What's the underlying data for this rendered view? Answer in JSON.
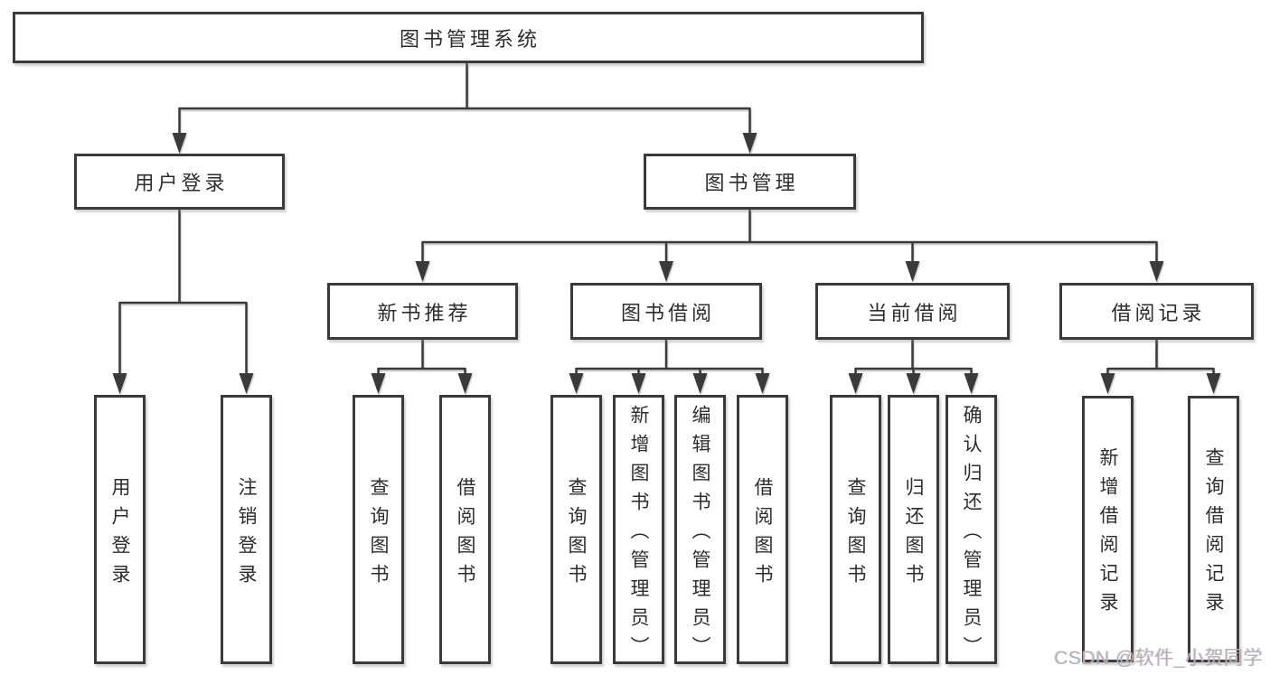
{
  "diagram": {
    "type": "hierarchy-tree",
    "title": "图书管理系统",
    "nodes": {
      "root": "图书管理系统",
      "user_login": "用户登录",
      "book_mgmt": "图书管理",
      "new_book_rec": "新书推荐",
      "book_borrow": "图书借阅",
      "current_borrow": "当前借阅",
      "borrow_records": "借阅记录",
      "login_leaf": "用户登录",
      "logout_leaf": "注销登录",
      "rec_query": "查询图书",
      "rec_borrow": "借阅图书",
      "bb_query": "查询图书",
      "bb_add": "新增图书（管理员）",
      "bb_edit": "编辑图书（管理员）",
      "bb_borrow": "借阅图书",
      "cb_query": "查询图书",
      "cb_return": "归还图书",
      "cb_confirm": "确认归还（管理员）",
      "br_add": "新增借阅记录",
      "br_query": "查询借阅记录"
    },
    "edges": [
      [
        "root",
        "user_login"
      ],
      [
        "root",
        "book_mgmt"
      ],
      [
        "user_login",
        "login_leaf"
      ],
      [
        "user_login",
        "logout_leaf"
      ],
      [
        "book_mgmt",
        "new_book_rec"
      ],
      [
        "book_mgmt",
        "book_borrow"
      ],
      [
        "book_mgmt",
        "current_borrow"
      ],
      [
        "book_mgmt",
        "borrow_records"
      ],
      [
        "new_book_rec",
        "rec_query"
      ],
      [
        "new_book_rec",
        "rec_borrow"
      ],
      [
        "book_borrow",
        "bb_query"
      ],
      [
        "book_borrow",
        "bb_add"
      ],
      [
        "book_borrow",
        "bb_edit"
      ],
      [
        "book_borrow",
        "bb_borrow"
      ],
      [
        "current_borrow",
        "cb_query"
      ],
      [
        "current_borrow",
        "cb_return"
      ],
      [
        "current_borrow",
        "cb_confirm"
      ],
      [
        "borrow_records",
        "br_add"
      ],
      [
        "borrow_records",
        "br_query"
      ]
    ],
    "colors": {
      "line": "#3a3a3a",
      "box_border": "#3a3a3a",
      "box_fill": "#ffffff",
      "text": "#2d2d2d",
      "background": "#ffffff",
      "watermark": "#b3b3b3"
    }
  },
  "watermark": {
    "text": "CSDN @软件_小贺同学"
  }
}
